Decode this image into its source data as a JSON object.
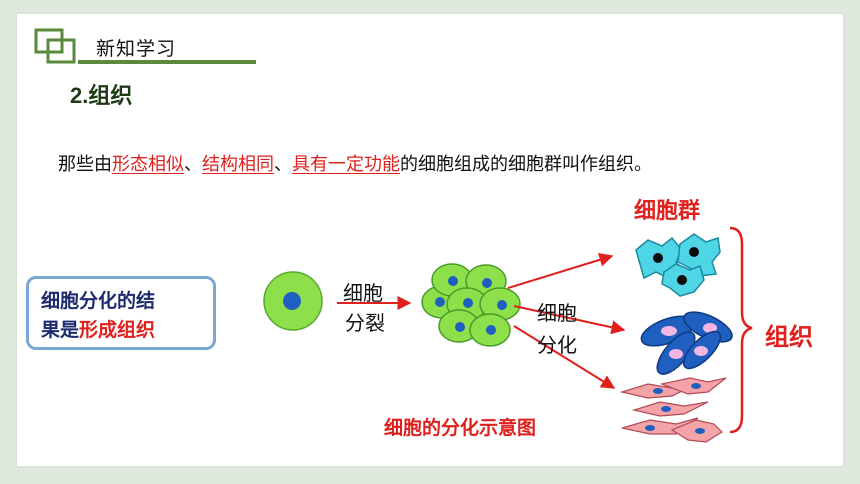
{
  "header": {
    "section_label": "新知学习",
    "subtitle": "2.组织"
  },
  "definition": {
    "prefix": "那些由",
    "term1": "形态相似",
    "sep1": "、",
    "term2": "结构相同",
    "sep2": "、",
    "term3": "具有一定功能",
    "suffix": "的细胞组成的细胞群叫作组织。"
  },
  "result_box": {
    "line1": "细胞分化的结",
    "line2_prefix": "果是",
    "line2_highlight": "形成组织"
  },
  "diagram": {
    "division_label_1": "细胞",
    "division_label_2": "分裂",
    "differentiation_label_1": "细胞",
    "differentiation_label_2": "分化",
    "cell_group_label": "细胞群",
    "tissue_label": "组织",
    "caption": "细胞的分化示意图"
  },
  "colors": {
    "accent_red": "#e0201c",
    "header_green": "#5a8a3c",
    "box_border": "#7aa7d4",
    "cell_green": "#8ee04a",
    "nucleus_blue": "#1f5fbf"
  }
}
